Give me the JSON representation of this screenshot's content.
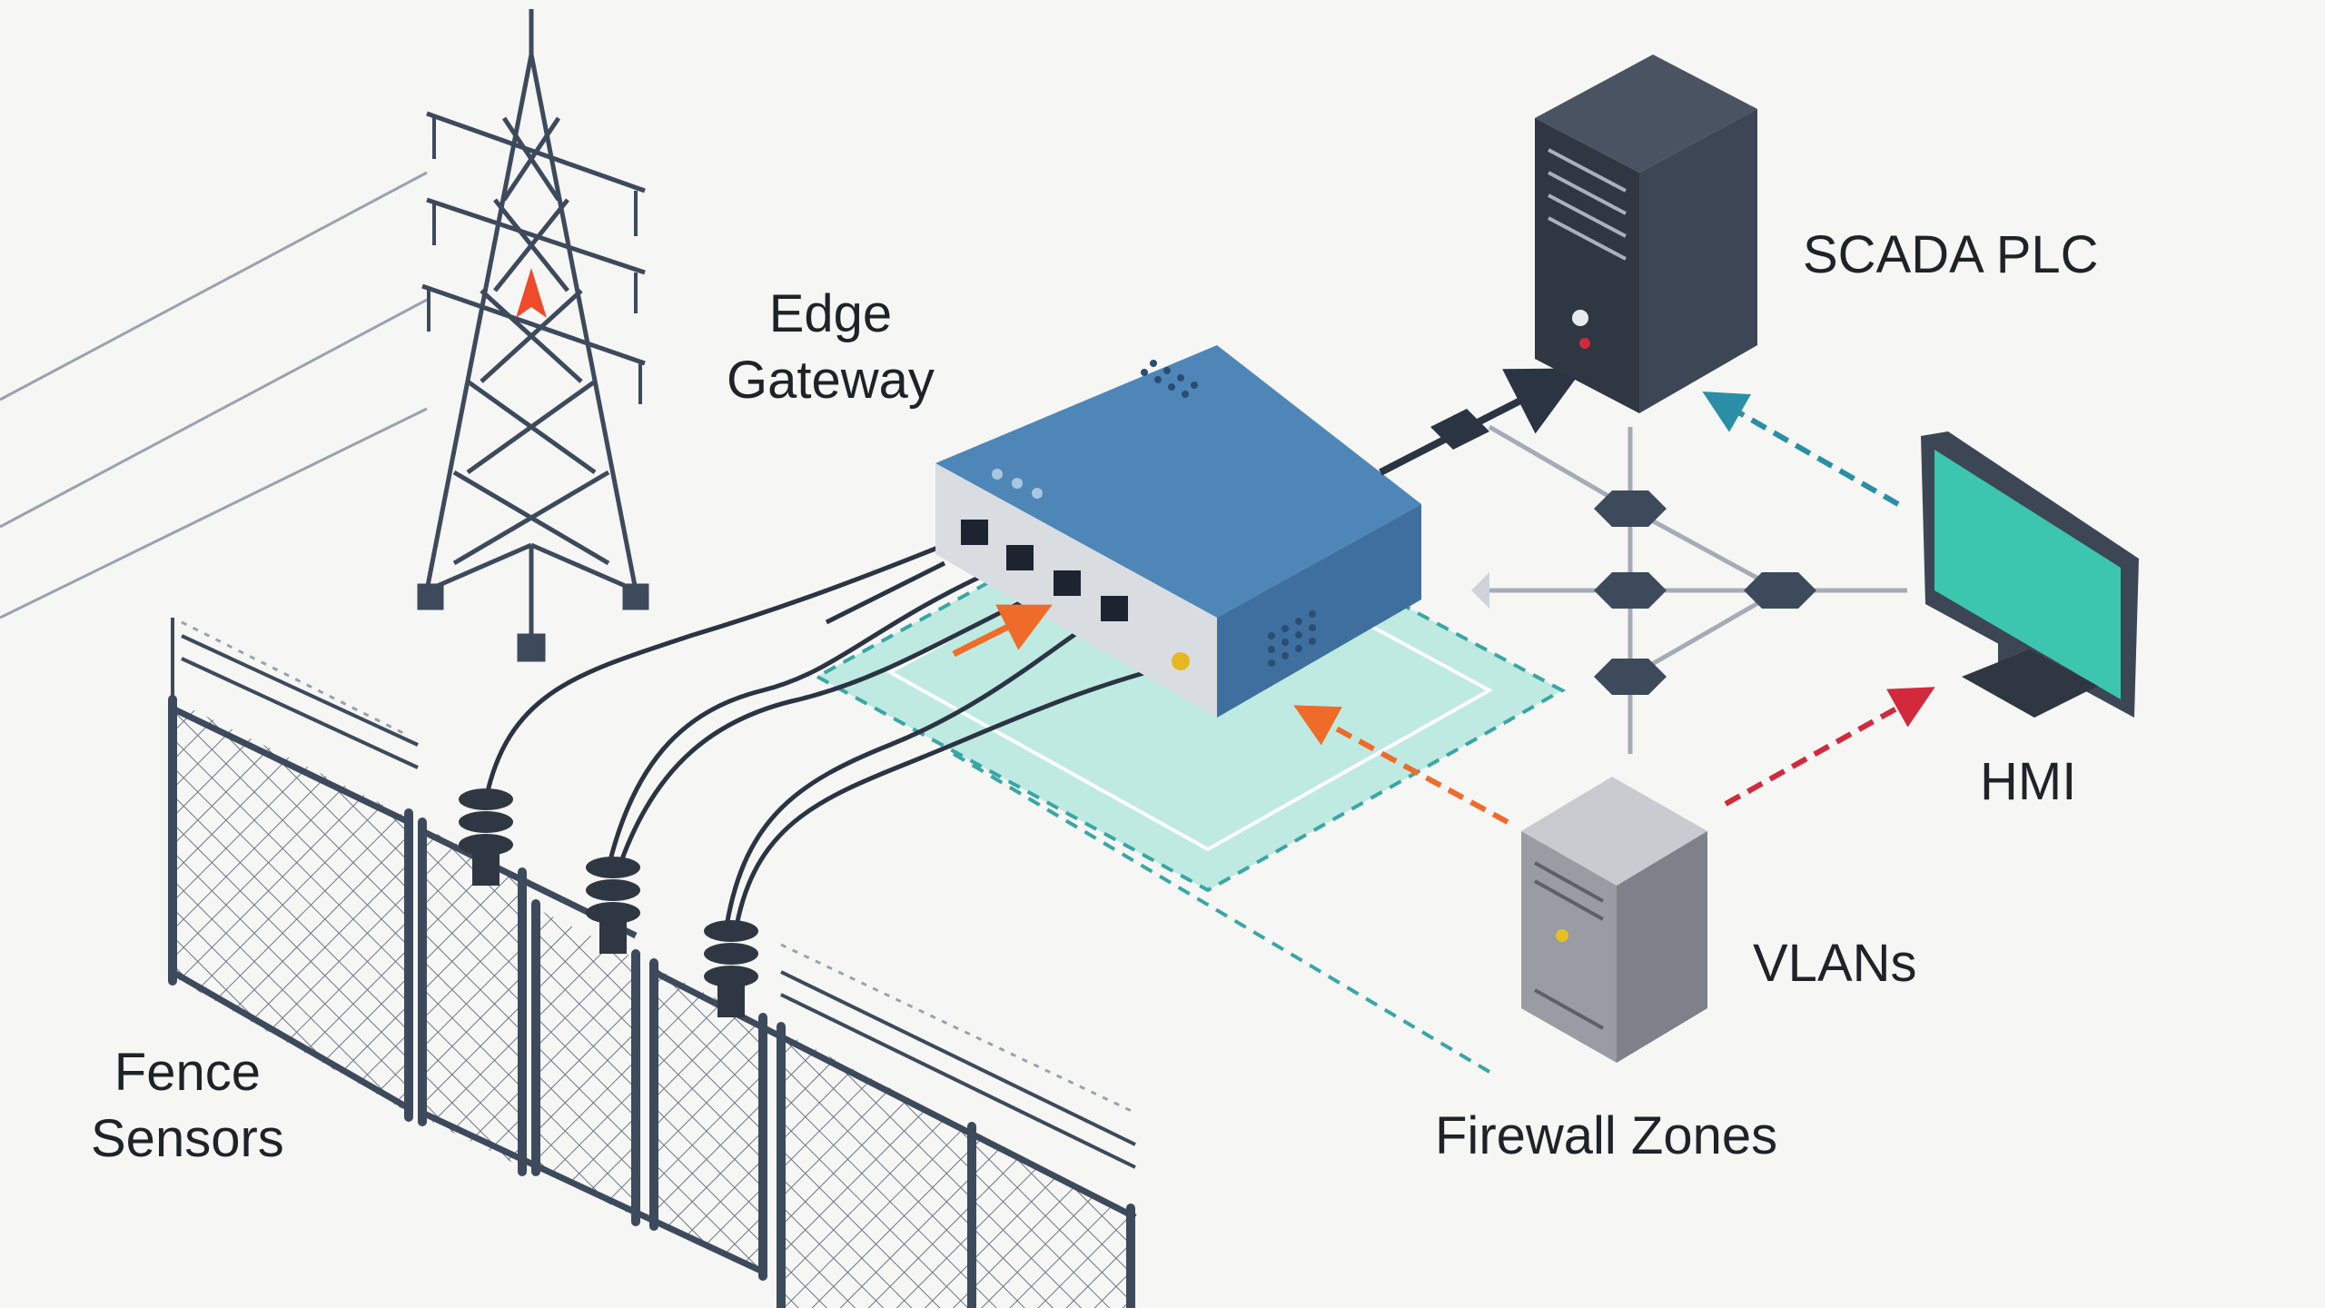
{
  "labels": {
    "edge_gateway": [
      "Edge",
      "Gateway"
    ],
    "scada_plc": "SCADA PLC",
    "hmi": "HMI",
    "vlans": "VLANs",
    "fence_sensors": [
      "Fence",
      "Sensors"
    ],
    "firewall_zones": "Firewall Zones"
  },
  "colors": {
    "gateway_blue": "#3f6f9e",
    "gateway_top": "#4f86b8",
    "zone_teal": "#7fd6c6",
    "zone_dash": "#3aa6a6",
    "arrow_orange": "#ef6b2a",
    "arrow_red": "#d2293c",
    "arrow_teal": "#2a8fa6",
    "server_dark": "#3a4350",
    "server_light": "#9a9ca3",
    "monitor_screen": "#3cc6b0",
    "steel": "#3d4a5c"
  },
  "icons": [
    "transmission-tower-icon",
    "edge-gateway-icon",
    "scada-server-icon",
    "hmi-monitor-icon",
    "vlan-server-icon",
    "fence-icon",
    "network-hub-icon"
  ]
}
